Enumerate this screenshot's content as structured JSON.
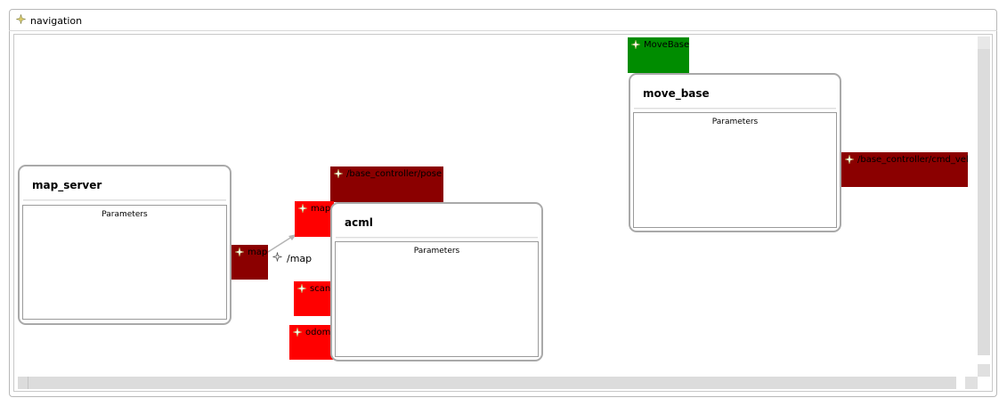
{
  "window": {
    "title": "navigation",
    "icon": "component-icon"
  },
  "nodes": {
    "map_server": {
      "title": "map_server",
      "params_label": "Parameters"
    },
    "acml": {
      "title": "acml",
      "params_label": "Parameters"
    },
    "move_base": {
      "title": "move_base",
      "params_label": "Parameters"
    }
  },
  "topics": {
    "map_out": "map",
    "map_in": "map",
    "base_pose": "/base_controller/pose",
    "scan": "scan",
    "odom": "odom",
    "movebase": "MoveBase",
    "cmd_vel": "/base_controller/cmd_vel"
  },
  "edge": {
    "label": "/map",
    "icon": "topic-icon"
  },
  "colors": {
    "output_port": "#8b0000",
    "input_port": "#ff0000",
    "action_port": "#008c00",
    "node_border": "#a9a9a9",
    "edge": "#b4b4b4"
  }
}
